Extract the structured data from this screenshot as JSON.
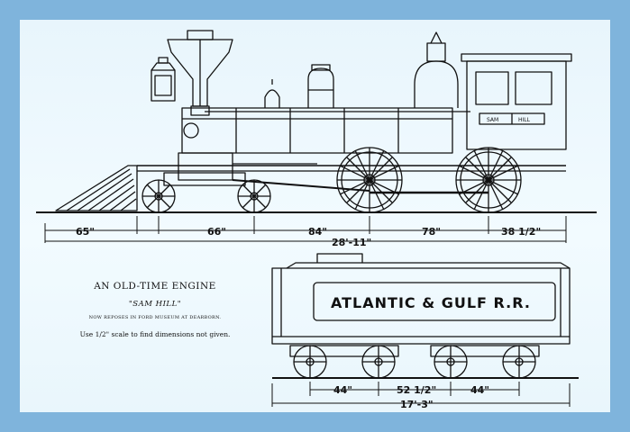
{
  "caption": {
    "title": "AN OLD-TIME ENGINE",
    "engine_name": "\"SAM HILL\"",
    "museum_note": "NOW REPOSES IN FORD MUSEUM AT DEARBORN.",
    "scale_note": "Use 1/2\" scale to find dimensions not given."
  },
  "locomotive": {
    "cab_plate_left": "SAM",
    "cab_plate_right": "HILL",
    "dimensions": {
      "d1": "65\"",
      "d2": "66\"",
      "d3": "84\"",
      "d4": "78\"",
      "d5": "38 1/2\"",
      "overall": "28'-11\""
    }
  },
  "tender": {
    "label": "ATLANTIC & GULF R.R.",
    "dimensions": {
      "d1": "44\"",
      "d2": "52 1/2\"",
      "d3": "44\"",
      "overall": "17'-3\""
    }
  },
  "colors": {
    "border": "#7fb4dc",
    "paper": "#eef9fe",
    "ink": "#111111"
  }
}
